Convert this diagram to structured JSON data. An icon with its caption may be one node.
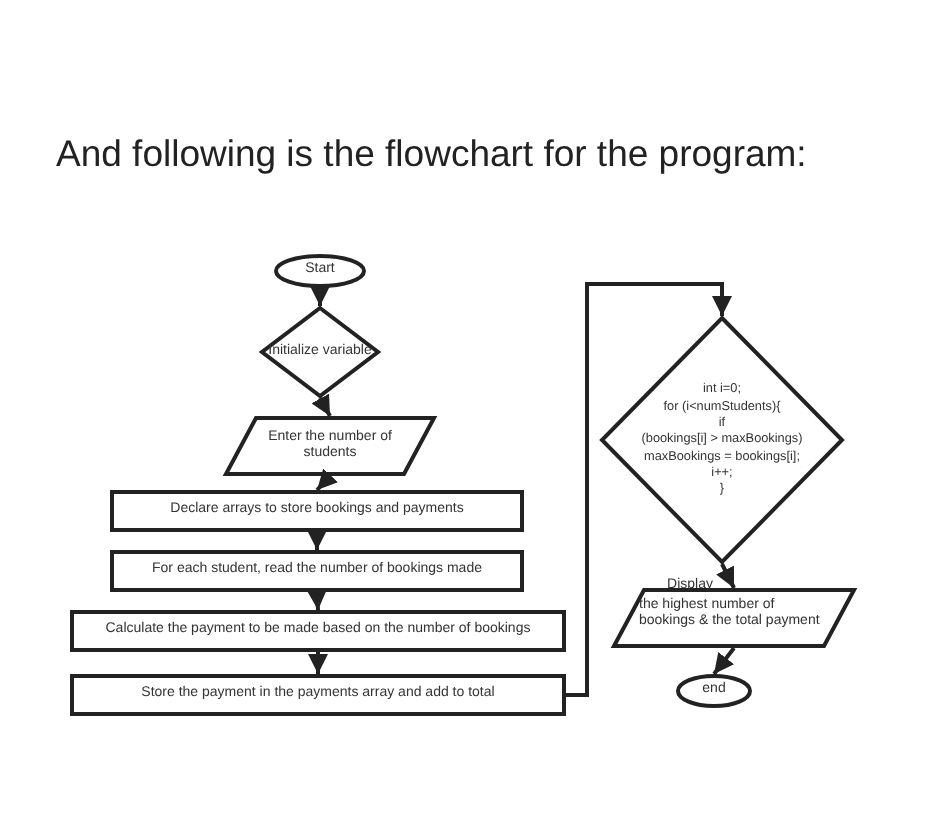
{
  "diagram": {
    "title": "And following is the flowchart for the program:",
    "nodes": [
      {
        "text": [
          "Start"
        ]
      },
      {
        "text": [
          "Initialize variable"
        ]
      },
      {
        "text": [
          "Enter the number of students"
        ]
      },
      {
        "text": [
          "Declare arrays to store bookings and payments"
        ]
      },
      {
        "text": [
          "For each student, read the number of bookings made"
        ]
      },
      {
        "text": [
          "Calculate the payment to be made based on the number of bookings"
        ]
      },
      {
        "text": [
          "Store the payment in the payments array and add to total"
        ]
      },
      {
        "text": [
          "int i=0;",
          "for (i<numStudents){",
          "if",
          "(bookings[i] > maxBookings)",
          "maxBookings = bookings[i];",
          "i++;",
          "}"
        ]
      },
      {
        "text": [
          "Display",
          "the highest number of bookings & the total payment"
        ]
      },
      {
        "text": [
          "end"
        ]
      }
    ],
    "edges": [
      {
        "from": 0,
        "to": 1,
        "arrow": "to"
      },
      {
        "from": 1,
        "to": 2,
        "arrow": "to"
      },
      {
        "from": 2,
        "to": 3,
        "arrow": "to"
      },
      {
        "from": 3,
        "to": 4,
        "arrow": "to"
      },
      {
        "from": 4,
        "to": 5,
        "arrow": "to"
      },
      {
        "from": 5,
        "to": 6,
        "arrow": "to"
      },
      {
        "from": 6,
        "to": 7,
        "arrow": "to"
      },
      {
        "from": 7,
        "to": 8,
        "arrow": "to"
      },
      {
        "from": 8,
        "to": 9,
        "arrow": "to"
      }
    ]
  }
}
